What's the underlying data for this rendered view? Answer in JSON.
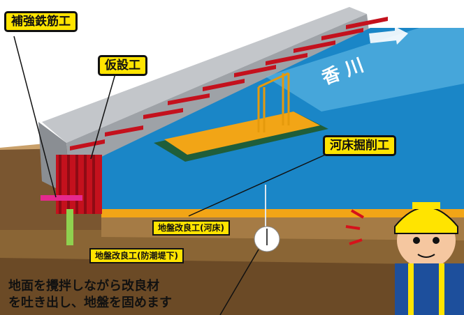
{
  "labels": {
    "reinforcement": "補強鉄筋工",
    "temporary_works": "仮設工",
    "riverbed_excavation": "河床掘削工",
    "ground_improvement_riverbed": "地盤改良工(河床)",
    "ground_improvement_levee": "地盤改良工(防潮堤下)",
    "river_name": "香 川"
  },
  "caption": {
    "line1": "地面を攪拌しながら改良材",
    "line2": "を吐き出し、地盤を固めます"
  },
  "colors": {
    "water": "#1a86c7",
    "water_light": "#6cc1ea",
    "soil_dark": "#6b4a26",
    "soil_mid": "#8a6535",
    "soil_light": "#a57b45",
    "levee_gray": "#a9acb0",
    "sheet_pile_red": "#c4111d",
    "barge_orange": "#f2a516",
    "callout_yellow": "#ffe400"
  }
}
